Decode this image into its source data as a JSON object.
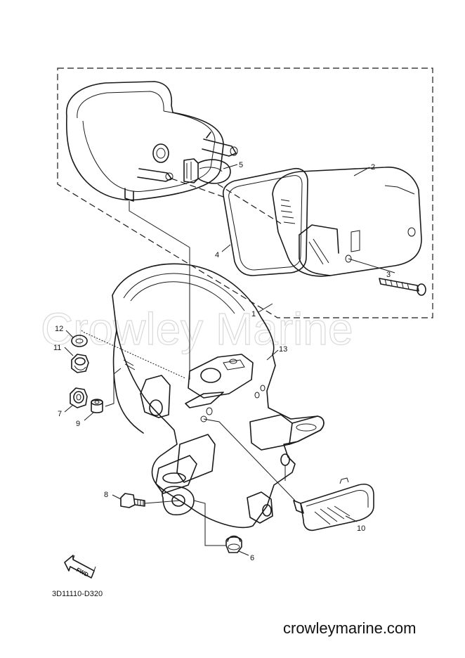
{
  "watermark": "Crowley Marine",
  "diagram_code": "3D11110-D320",
  "website": "crowleymarine.com",
  "fwd_label": "FWD",
  "callouts": {
    "c1": "1",
    "c2": "2",
    "c3": "3",
    "c4": "4",
    "c5": "5",
    "c6": "6",
    "c7": "7",
    "c8": "8",
    "c9": "9",
    "c10": "10",
    "c11": "11",
    "c12": "12",
    "c13": "13"
  }
}
